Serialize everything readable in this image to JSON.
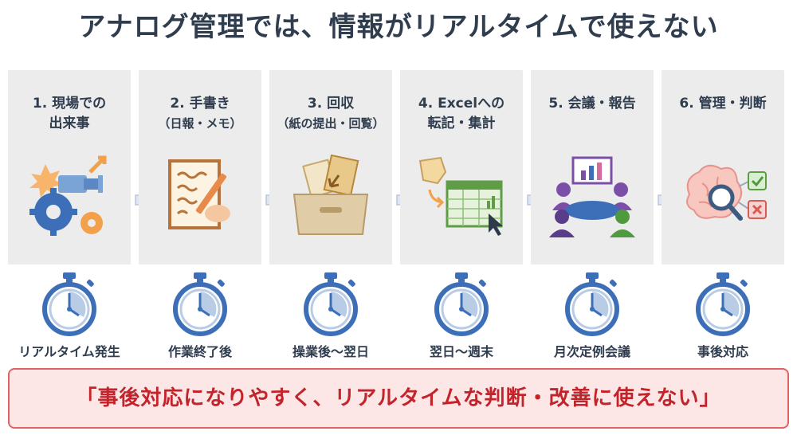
{
  "title": "アナログ管理では、情報がリアルタイムで使えない",
  "steps": [
    {
      "line1": "1. 現場での",
      "line2": "出来事",
      "icon": "incident-gears-icon",
      "timing": "リアルタイム発生"
    },
    {
      "line1": "2. 手書き",
      "line2": "（日報・メモ）",
      "icon": "handwriting-icon",
      "timing": "作業終了後"
    },
    {
      "line1": "3. 回収",
      "line2": "（紙の提出・回覧）",
      "icon": "paper-tray-icon",
      "timing": "操業後〜翌日"
    },
    {
      "line1": "4. Excelへの",
      "line2": "転記・集計",
      "icon": "spreadsheet-icon",
      "timing": "翌日〜週末"
    },
    {
      "line1": "5. 会議・報告",
      "line2": "",
      "icon": "meeting-icon",
      "timing": "月次定例会議"
    },
    {
      "line1": "6. 管理・判断",
      "line2": "",
      "icon": "brain-decision-icon",
      "timing": "事後対応"
    }
  ],
  "banner": "「事後対応になりやすく、リアルタイムな判断・改善に使えない」",
  "colors": {
    "card_bg": "#ececec",
    "timer_blue": "#3d6fb8",
    "timer_light": "#b9cce6",
    "arrow": "#c9d6e8",
    "banner_bg": "#fce6e6",
    "banner_border": "#e06262",
    "banner_text": "#c3232a"
  }
}
